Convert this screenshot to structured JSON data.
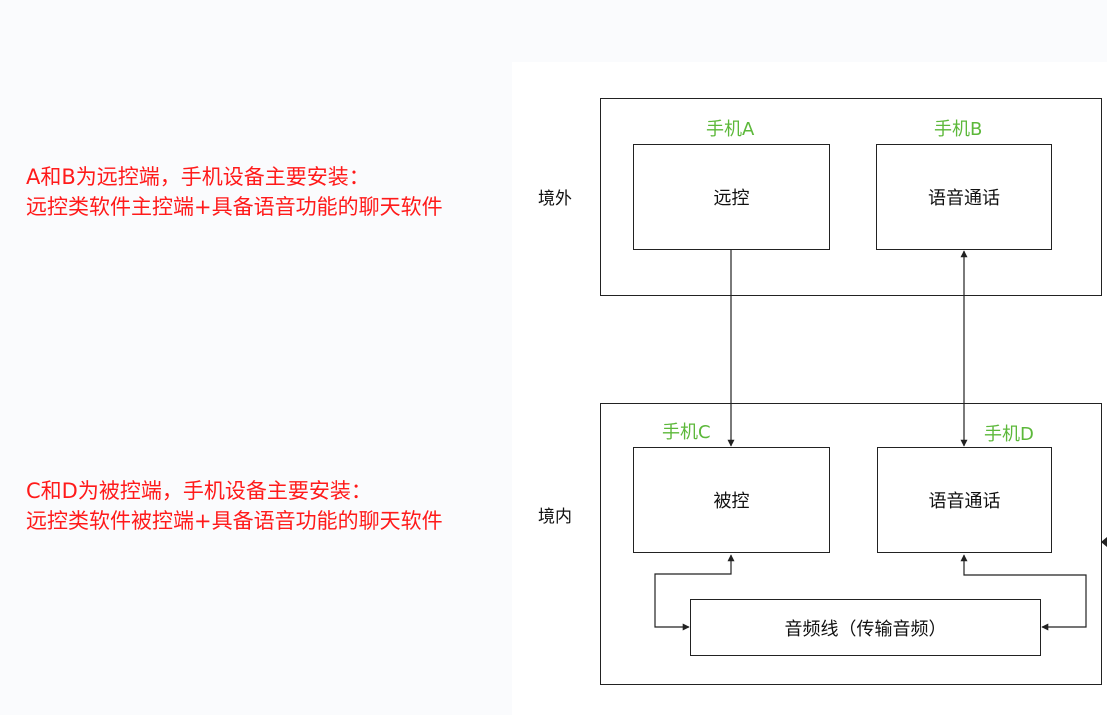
{
  "notes": {
    "outside_line1": "A和B为远控端，手机设备主要安装：",
    "outside_line2": "远控类软件主控端+具备语音功能的聊天软件",
    "inside_line1": "C和D为被控端，手机设备主要安装：",
    "inside_line2": "远控类软件被控端+具备语音功能的聊天软件"
  },
  "regions": {
    "outside": "境外",
    "inside": "境内"
  },
  "phones": {
    "a": "手机A",
    "b": "手机B",
    "c": "手机C",
    "d": "手机D"
  },
  "boxes": {
    "remote": "远控",
    "voice_b": "语音通话",
    "controlled": "被控",
    "voice_d": "语音通话",
    "audio_cable": "音频线（传输音频）"
  },
  "colors": {
    "note_red": "#ff1a1a",
    "phone_green": "#5cb83a",
    "line": "#222222"
  }
}
